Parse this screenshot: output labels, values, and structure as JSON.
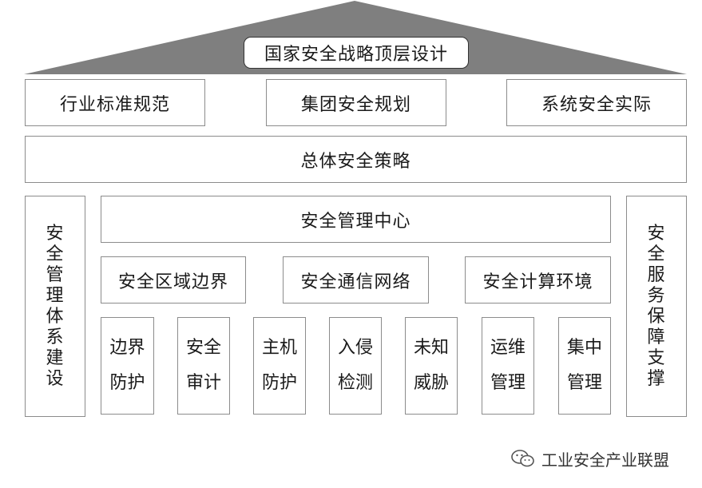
{
  "top": {
    "title": "国家安全战略顶层设计"
  },
  "row1": [
    "行业标准规范",
    "集团安全规划",
    "系统安全实际"
  ],
  "strategy": "总体安全策略",
  "left_pillar": [
    "安",
    "全",
    "管",
    "理",
    "体",
    "系",
    "建",
    "设"
  ],
  "right_pillar": [
    "安",
    "全",
    "服",
    "务",
    "保",
    "障",
    "支",
    "撑"
  ],
  "center": "安全管理中心",
  "mid_row": [
    "安全区域边界",
    "安全通信网络",
    "安全计算环境"
  ],
  "bottom": [
    [
      "边界",
      "防护"
    ],
    [
      "安全",
      "审计"
    ],
    [
      "主机",
      "防护"
    ],
    [
      "入侵",
      "检测"
    ],
    [
      "未知",
      "威胁"
    ],
    [
      "运维",
      "管理"
    ],
    [
      "集中",
      "管理"
    ]
  ],
  "watermark": {
    "text": "工业安全产业联盟",
    "icon": "wechat-icon"
  },
  "colors": {
    "roof": "#7f7f7f",
    "border": "#8c8c8c"
  }
}
